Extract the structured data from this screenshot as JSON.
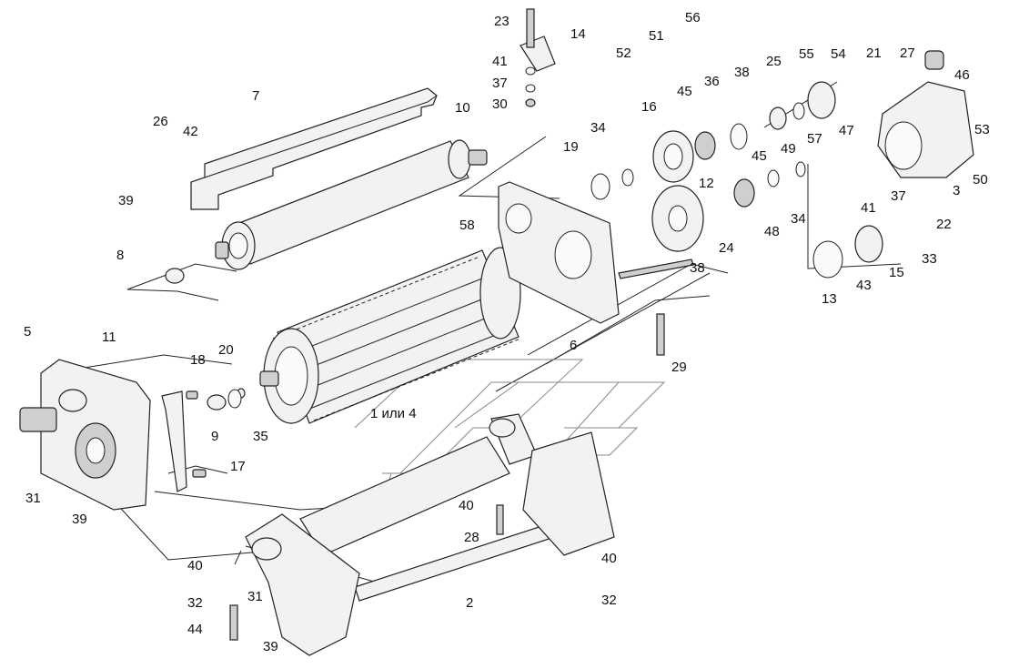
{
  "diagram": {
    "labels": [
      {
        "id": "l23",
        "text": "23"
      },
      {
        "id": "l56",
        "text": "56"
      },
      {
        "id": "l14",
        "text": "14"
      },
      {
        "id": "l51",
        "text": "51"
      },
      {
        "id": "l52",
        "text": "52"
      },
      {
        "id": "l41a",
        "text": "41"
      },
      {
        "id": "l37a",
        "text": "37"
      },
      {
        "id": "l30",
        "text": "30"
      },
      {
        "id": "l45a",
        "text": "45"
      },
      {
        "id": "l36",
        "text": "36"
      },
      {
        "id": "l38a",
        "text": "38"
      },
      {
        "id": "l25",
        "text": "25"
      },
      {
        "id": "l55",
        "text": "55"
      },
      {
        "id": "l54",
        "text": "54"
      },
      {
        "id": "l21",
        "text": "21"
      },
      {
        "id": "l27",
        "text": "27"
      },
      {
        "id": "l46",
        "text": "46"
      },
      {
        "id": "l7",
        "text": "7"
      },
      {
        "id": "l10",
        "text": "10"
      },
      {
        "id": "l26",
        "text": "26"
      },
      {
        "id": "l42",
        "text": "42"
      },
      {
        "id": "l39a",
        "text": "39"
      },
      {
        "id": "l16",
        "text": "16"
      },
      {
        "id": "l34a",
        "text": "34"
      },
      {
        "id": "l19",
        "text": "19"
      },
      {
        "id": "l49",
        "text": "49"
      },
      {
        "id": "l57",
        "text": "57"
      },
      {
        "id": "l47",
        "text": "47"
      },
      {
        "id": "l53",
        "text": "53"
      },
      {
        "id": "l50",
        "text": "50"
      },
      {
        "id": "l45b",
        "text": "45"
      },
      {
        "id": "l12",
        "text": "12"
      },
      {
        "id": "l3",
        "text": "3"
      },
      {
        "id": "l34b",
        "text": "34"
      },
      {
        "id": "l37b",
        "text": "37"
      },
      {
        "id": "l41b",
        "text": "41"
      },
      {
        "id": "l22",
        "text": "22"
      },
      {
        "id": "l58",
        "text": "58"
      },
      {
        "id": "l24",
        "text": "24"
      },
      {
        "id": "l48",
        "text": "48"
      },
      {
        "id": "l33",
        "text": "33"
      },
      {
        "id": "l8",
        "text": "8"
      },
      {
        "id": "l38b",
        "text": "38"
      },
      {
        "id": "l15",
        "text": "15"
      },
      {
        "id": "l13",
        "text": "13"
      },
      {
        "id": "l43",
        "text": "43"
      },
      {
        "id": "l6",
        "text": "6"
      },
      {
        "id": "l29",
        "text": "29"
      },
      {
        "id": "l5",
        "text": "5"
      },
      {
        "id": "l11",
        "text": "11"
      },
      {
        "id": "l20",
        "text": "20"
      },
      {
        "id": "l18",
        "text": "18"
      },
      {
        "id": "l9",
        "text": "9"
      },
      {
        "id": "l35",
        "text": "35"
      },
      {
        "id": "l1or4",
        "text": "1 или 4"
      },
      {
        "id": "l17",
        "text": "17"
      },
      {
        "id": "l31a",
        "text": "31"
      },
      {
        "id": "l39b",
        "text": "39"
      },
      {
        "id": "l40a",
        "text": "40"
      },
      {
        "id": "l28",
        "text": "28"
      },
      {
        "id": "l40b",
        "text": "40"
      },
      {
        "id": "l32b",
        "text": "32"
      },
      {
        "id": "l2",
        "text": "2"
      },
      {
        "id": "l40c",
        "text": "40"
      },
      {
        "id": "l32a",
        "text": "32"
      },
      {
        "id": "l31b",
        "text": "31"
      },
      {
        "id": "l44",
        "text": "44"
      },
      {
        "id": "l39c",
        "text": "39"
      }
    ]
  }
}
